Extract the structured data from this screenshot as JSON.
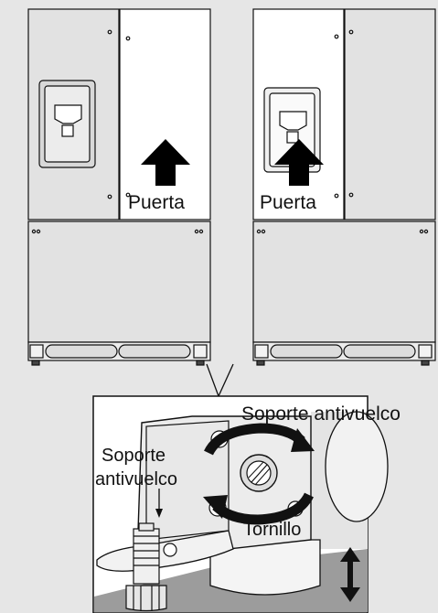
{
  "labels": {
    "door_left": "Puerta",
    "door_right": "Puerta",
    "bracket_top": "Soporte antivuelco",
    "bracket_left_line1": "Soporte",
    "bracket_left_line2": "antivuelco",
    "screw": "Tornillo"
  },
  "colors": {
    "background": "#e6e6e6",
    "fridge_fill": "#e4e4e4",
    "door_highlight": "#ffffff",
    "outline": "#111111",
    "shadow": "#9a9a9a",
    "arrow": "#000000"
  },
  "icons": {
    "door_arrow": "up-arrow-icon",
    "rotate_arrows": "rotate-arrows-icon",
    "adjust_arrow": "up-down-arrow-icon"
  }
}
